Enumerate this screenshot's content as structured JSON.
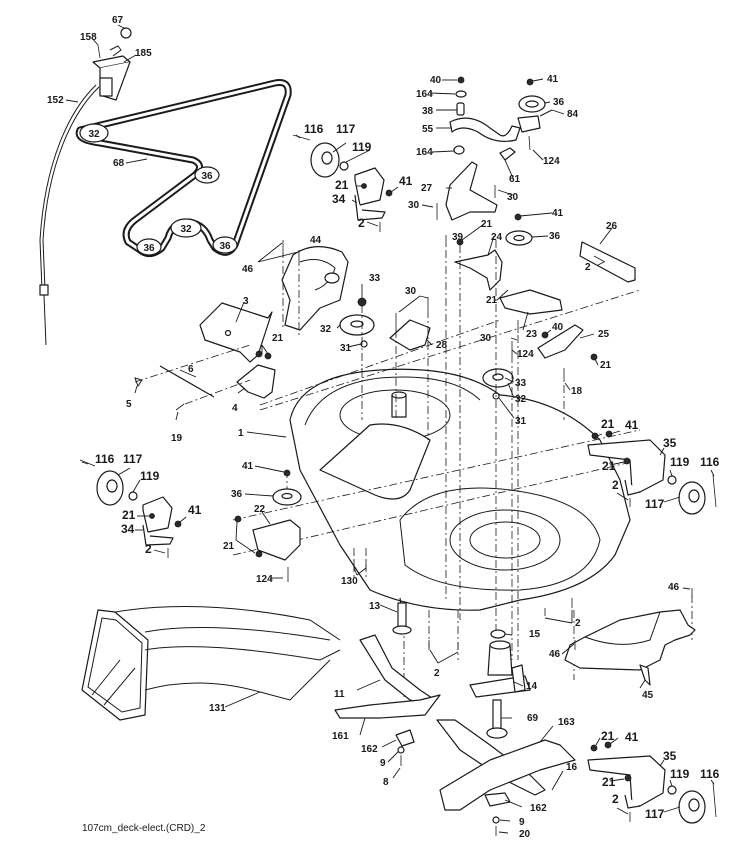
{
  "diagram": {
    "caption": "107cm_deck-elect.(CRD)_2",
    "belt_pulley_labels": [
      "32",
      "36",
      "32",
      "36",
      "36"
    ],
    "callouts": [
      {
        "id": "c67",
        "text": "67"
      },
      {
        "id": "c158",
        "text": "158"
      },
      {
        "id": "c185",
        "text": "185"
      },
      {
        "id": "c152",
        "text": "152"
      },
      {
        "id": "c68",
        "text": "68"
      },
      {
        "id": "c46a",
        "text": "46"
      },
      {
        "id": "c44",
        "text": "44"
      },
      {
        "id": "c3",
        "text": "3"
      },
      {
        "id": "c21a",
        "text": "21"
      },
      {
        "id": "c6",
        "text": "6"
      },
      {
        "id": "c5",
        "text": "5"
      },
      {
        "id": "c4",
        "text": "4"
      },
      {
        "id": "c19",
        "text": "19"
      },
      {
        "id": "c116a",
        "text": "116"
      },
      {
        "id": "c117a",
        "text": "117"
      },
      {
        "id": "c119a",
        "text": "119"
      },
      {
        "id": "c21b",
        "text": "21"
      },
      {
        "id": "c34a",
        "text": "34"
      },
      {
        "id": "c41a",
        "text": "41"
      },
      {
        "id": "c2a",
        "text": "2"
      },
      {
        "id": "c33a",
        "text": "33"
      },
      {
        "id": "c30a",
        "text": "30"
      },
      {
        "id": "c32a",
        "text": "32"
      },
      {
        "id": "c31a",
        "text": "31"
      },
      {
        "id": "c28",
        "text": "28"
      },
      {
        "id": "c40a",
        "text": "40"
      },
      {
        "id": "c164a",
        "text": "164"
      },
      {
        "id": "c38",
        "text": "38"
      },
      {
        "id": "c55",
        "text": "55"
      },
      {
        "id": "c164b",
        "text": "164"
      },
      {
        "id": "c41b",
        "text": "41"
      },
      {
        "id": "c36a",
        "text": "36"
      },
      {
        "id": "c84",
        "text": "84"
      },
      {
        "id": "c124a",
        "text": "124"
      },
      {
        "id": "c61",
        "text": "61"
      },
      {
        "id": "c27",
        "text": "27"
      },
      {
        "id": "c30b",
        "text": "30"
      },
      {
        "id": "c30c",
        "text": "30"
      },
      {
        "id": "c39",
        "text": "39"
      },
      {
        "id": "c21c",
        "text": "21"
      },
      {
        "id": "c24",
        "text": "24"
      },
      {
        "id": "c41c",
        "text": "41"
      },
      {
        "id": "c36b",
        "text": "36"
      },
      {
        "id": "c26",
        "text": "26"
      },
      {
        "id": "c2b",
        "text": "2"
      },
      {
        "id": "c21d",
        "text": "21"
      },
      {
        "id": "c23",
        "text": "23"
      },
      {
        "id": "c40b",
        "text": "40"
      },
      {
        "id": "c25",
        "text": "25"
      },
      {
        "id": "c21e",
        "text": "21"
      },
      {
        "id": "c18",
        "text": "18"
      },
      {
        "id": "c30d",
        "text": "30"
      },
      {
        "id": "c124b",
        "text": "124"
      },
      {
        "id": "c33b",
        "text": "33"
      },
      {
        "id": "c32b",
        "text": "32"
      },
      {
        "id": "c31b",
        "text": "31"
      },
      {
        "id": "c1",
        "text": "1"
      },
      {
        "id": "c41d",
        "text": "41"
      },
      {
        "id": "c36c",
        "text": "36"
      },
      {
        "id": "c22",
        "text": "22"
      },
      {
        "id": "c21f",
        "text": "21"
      },
      {
        "id": "c124c",
        "text": "124"
      },
      {
        "id": "c130",
        "text": "130"
      },
      {
        "id": "c116b",
        "text": "116"
      },
      {
        "id": "c117b",
        "text": "117"
      },
      {
        "id": "c119b",
        "text": "119"
      },
      {
        "id": "c21g",
        "text": "21"
      },
      {
        "id": "c34b",
        "text": "34"
      },
      {
        "id": "c41e",
        "text": "41"
      },
      {
        "id": "c2c",
        "text": "2"
      },
      {
        "id": "c21h",
        "text": "21"
      },
      {
        "id": "c41f",
        "text": "41"
      },
      {
        "id": "c35a",
        "text": "35"
      },
      {
        "id": "c21i",
        "text": "21"
      },
      {
        "id": "c119c",
        "text": "119"
      },
      {
        "id": "c116c",
        "text": "116"
      },
      {
        "id": "c2d",
        "text": "2"
      },
      {
        "id": "c117c",
        "text": "117"
      },
      {
        "id": "c46b",
        "text": "46"
      },
      {
        "id": "c13",
        "text": "13"
      },
      {
        "id": "c15",
        "text": "15"
      },
      {
        "id": "c2e",
        "text": "2"
      },
      {
        "id": "c2f",
        "text": "2"
      },
      {
        "id": "c46c",
        "text": "46"
      },
      {
        "id": "c45",
        "text": "45"
      },
      {
        "id": "c14",
        "text": "14"
      },
      {
        "id": "c11",
        "text": "11"
      },
      {
        "id": "c131",
        "text": "131"
      },
      {
        "id": "c69",
        "text": "69"
      },
      {
        "id": "c163",
        "text": "163"
      },
      {
        "id": "c161",
        "text": "161"
      },
      {
        "id": "c162a",
        "text": "162"
      },
      {
        "id": "c9a",
        "text": "9"
      },
      {
        "id": "c8",
        "text": "8"
      },
      {
        "id": "c16",
        "text": "16"
      },
      {
        "id": "c162b",
        "text": "162"
      },
      {
        "id": "c9b",
        "text": "9"
      },
      {
        "id": "c20",
        "text": "20"
      },
      {
        "id": "c21j",
        "text": "21"
      },
      {
        "id": "c41g",
        "text": "41"
      },
      {
        "id": "c35b",
        "text": "35"
      },
      {
        "id": "c21k",
        "text": "21"
      },
      {
        "id": "c119d",
        "text": "119"
      },
      {
        "id": "c116d",
        "text": "116"
      },
      {
        "id": "c2g",
        "text": "2"
      },
      {
        "id": "c117d",
        "text": "117"
      }
    ]
  }
}
